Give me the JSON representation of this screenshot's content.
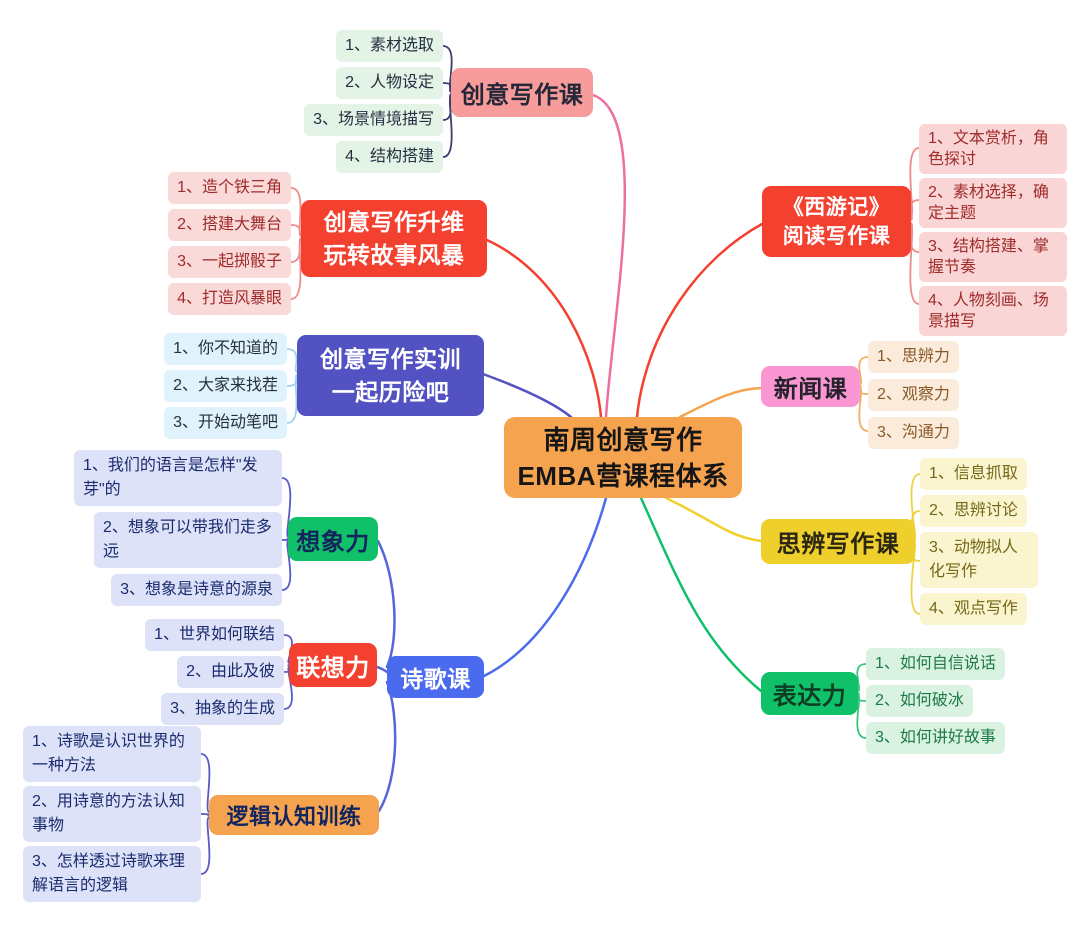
{
  "center": {
    "label": "南周创意写作\nEMBA营课程体系"
  },
  "branches": {
    "creative": {
      "label": "创意写作课",
      "items": [
        "1、素材选取",
        "2、人物设定",
        "3、场景情境描写",
        "4、结构搭建"
      ]
    },
    "upgrade": {
      "label": "创意写作升维\n玩转故事风暴",
      "items": [
        "1、造个铁三角",
        "2、搭建大舞台",
        "3、一起掷骰子",
        "4、打造风暴眼"
      ]
    },
    "practice": {
      "label": "创意写作实训\n一起历险吧",
      "items": [
        "1、你不知道的",
        "2、大家来找茬",
        "3、开始动笔吧"
      ]
    },
    "poetry": {
      "label": "诗歌课"
    },
    "imagination": {
      "label": "想象力",
      "items": [
        "1、我们的语言是怎样\"发芽\"的",
        "2、想象可以带我们走多远",
        "3、想象是诗意的源泉"
      ]
    },
    "association": {
      "label": "联想力",
      "items": [
        "1、世界如何联结",
        "2、由此及彼",
        "3、抽象的生成"
      ]
    },
    "logic": {
      "label": "逻辑认知训练",
      "items": [
        "1、诗歌是认识世界的一种方法",
        "2、用诗意的方法认知事物",
        "3、怎样透过诗歌来理解语言的逻辑"
      ]
    },
    "journey": {
      "label": "《西游记》\n阅读写作课",
      "items": [
        "1、文本赏析，角色探讨",
        "2、素材选择，确定主题",
        "3、结构搭建、掌握节奏",
        "4、人物刻画、场景描写"
      ]
    },
    "news": {
      "label": "新闻课",
      "items": [
        "1、思辨力",
        "2、观察力",
        "3、沟通力"
      ]
    },
    "critical": {
      "label": "思辨写作课",
      "items": [
        "1、信息抓取",
        "2、思辨讨论",
        "3、动物拟人化写作",
        "4、观点写作"
      ]
    },
    "expression": {
      "label": "表达力",
      "items": [
        "1、如何自信说话",
        "2、如何破冰",
        "3、如何讲好故事"
      ]
    }
  },
  "colors": {
    "center_bg": "#F6A350",
    "creative_bg": "#F89B9B",
    "red_bg": "#F4402F",
    "indigo_bg": "#5352C2",
    "blue_bg": "#4B6BEF",
    "green_bg": "#10C169",
    "news_bg": "#FA96D2",
    "gold_bg": "#EFCF2B",
    "branch_pink_line": "#EC6FA4",
    "branch_red_line": "#F4402F",
    "branch_indigo_line": "#5352C2",
    "branch_blue_line": "#4B6BEF",
    "branch_green_line": "#10C169",
    "branch_yellow_line": "#F0D02C",
    "branch_orange_line": "#F6A350"
  }
}
